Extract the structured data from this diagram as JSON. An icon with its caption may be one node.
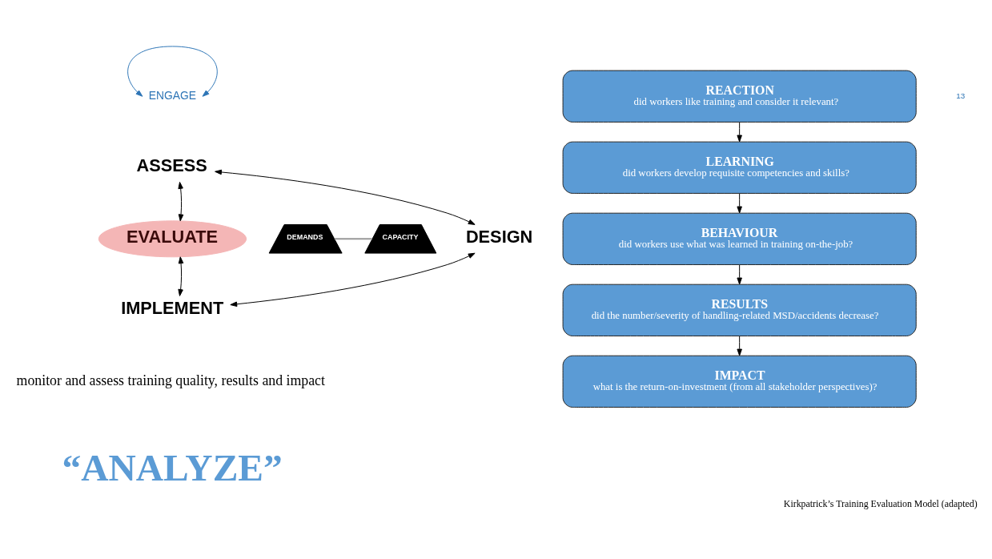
{
  "diagram": {
    "caption": "Kirkpatrick’s Training Evaluation Model (adapted)",
    "nodes": [
      {
        "text": [
          "ENGAGE"
        ]
      },
      {
        "text": [
          "ASSESS"
        ]
      },
      {
        "text": [
          "EVALUATE"
        ]
      },
      {
        "text": [
          "DEMANDS"
        ]
      },
      {
        "text": [
          "CAPACITY"
        ]
      },
      {
        "text": [
          "DESIGN"
        ]
      },
      {
        "text": [
          "IMPLEMENT"
        ]
      },
      {
        "text": [
          "REACTION",
          "did workers like training and consider it relevant?"
        ]
      },
      {
        "text": [
          "LEARNING",
          "did workers develop requisite competencies and skills?"
        ]
      },
      {
        "text": [
          "BEHAVIOUR",
          "did workers use what was learned in training on-the-job?"
        ]
      },
      {
        "text": [
          "RESULTS",
          "did the number/severity of handling-related MSD/accidents decrease?"
        ]
      },
      {
        "text": [
          "IMPACT",
          "what is the return-on-investment (from all stakeholder perspectives)?"
        ]
      }
    ],
    "edges": [
      {
        "from": 0,
        "to": 0,
        "arrow": "both",
        "color": "#2e75b6"
      },
      {
        "from": 2,
        "to": 1,
        "arrow": "both"
      },
      {
        "from": 1,
        "to": 5,
        "arrow": "both"
      },
      {
        "from": 5,
        "to": 6,
        "arrow": "both"
      },
      {
        "from": 6,
        "to": 2,
        "arrow": "both"
      },
      {
        "from": 3,
        "to": 4,
        "arrow": "none",
        "color": "#999999"
      },
      {
        "from": 7,
        "to": 8,
        "arrow": "to"
      },
      {
        "from": 8,
        "to": 9,
        "arrow": "to"
      },
      {
        "from": 9,
        "to": 10,
        "arrow": "to"
      },
      {
        "from": 10,
        "to": 11,
        "arrow": "to"
      }
    ],
    "labels": [
      "13",
      "monitor and assess training quality, results and impact",
      "“ANALYZE”"
    ]
  }
}
